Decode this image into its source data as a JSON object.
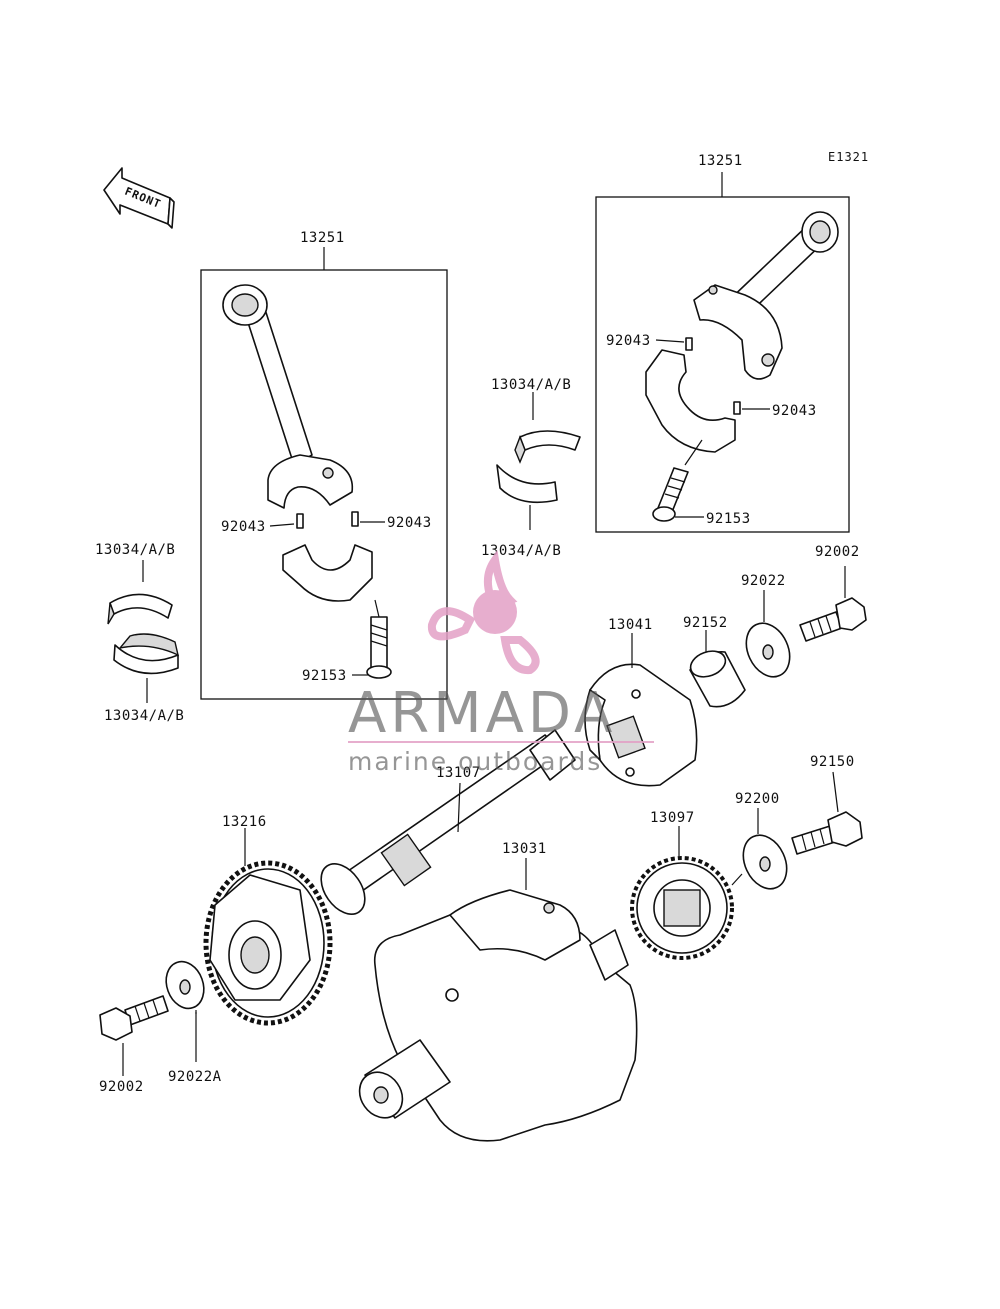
{
  "diagram_code": "E1321",
  "front_label": "FRONT",
  "colors": {
    "ink": "#111111",
    "watermark_pink": "#e3a0c6",
    "watermark_gray": "#555555"
  },
  "watermark": {
    "brand": "ARMADA",
    "tagline": "marine outboards"
  },
  "labels": {
    "p13251_left": "13251",
    "p13251_right": "13251",
    "p13034_center_top": "13034/A/B",
    "p13034_center_bottom": "13034/A/B",
    "p13034_left_top": "13034/A/B",
    "p13034_left_bottom": "13034/A/B",
    "p92043_left_a": "92043",
    "p92043_left_b": "92043",
    "p92043_right_a": "92043",
    "p92043_right_b": "92043",
    "p92153_left": "92153",
    "p92153_right": "92153",
    "p92002_top": "92002",
    "p92022": "92022",
    "p92152": "92152",
    "p13041": "13041",
    "p13107": "13107",
    "p92150": "92150",
    "p92200": "92200",
    "p13097": "13097",
    "p13031": "13031",
    "p13216": "13216",
    "p92022A": "92022A",
    "p92002_bottom": "92002"
  }
}
